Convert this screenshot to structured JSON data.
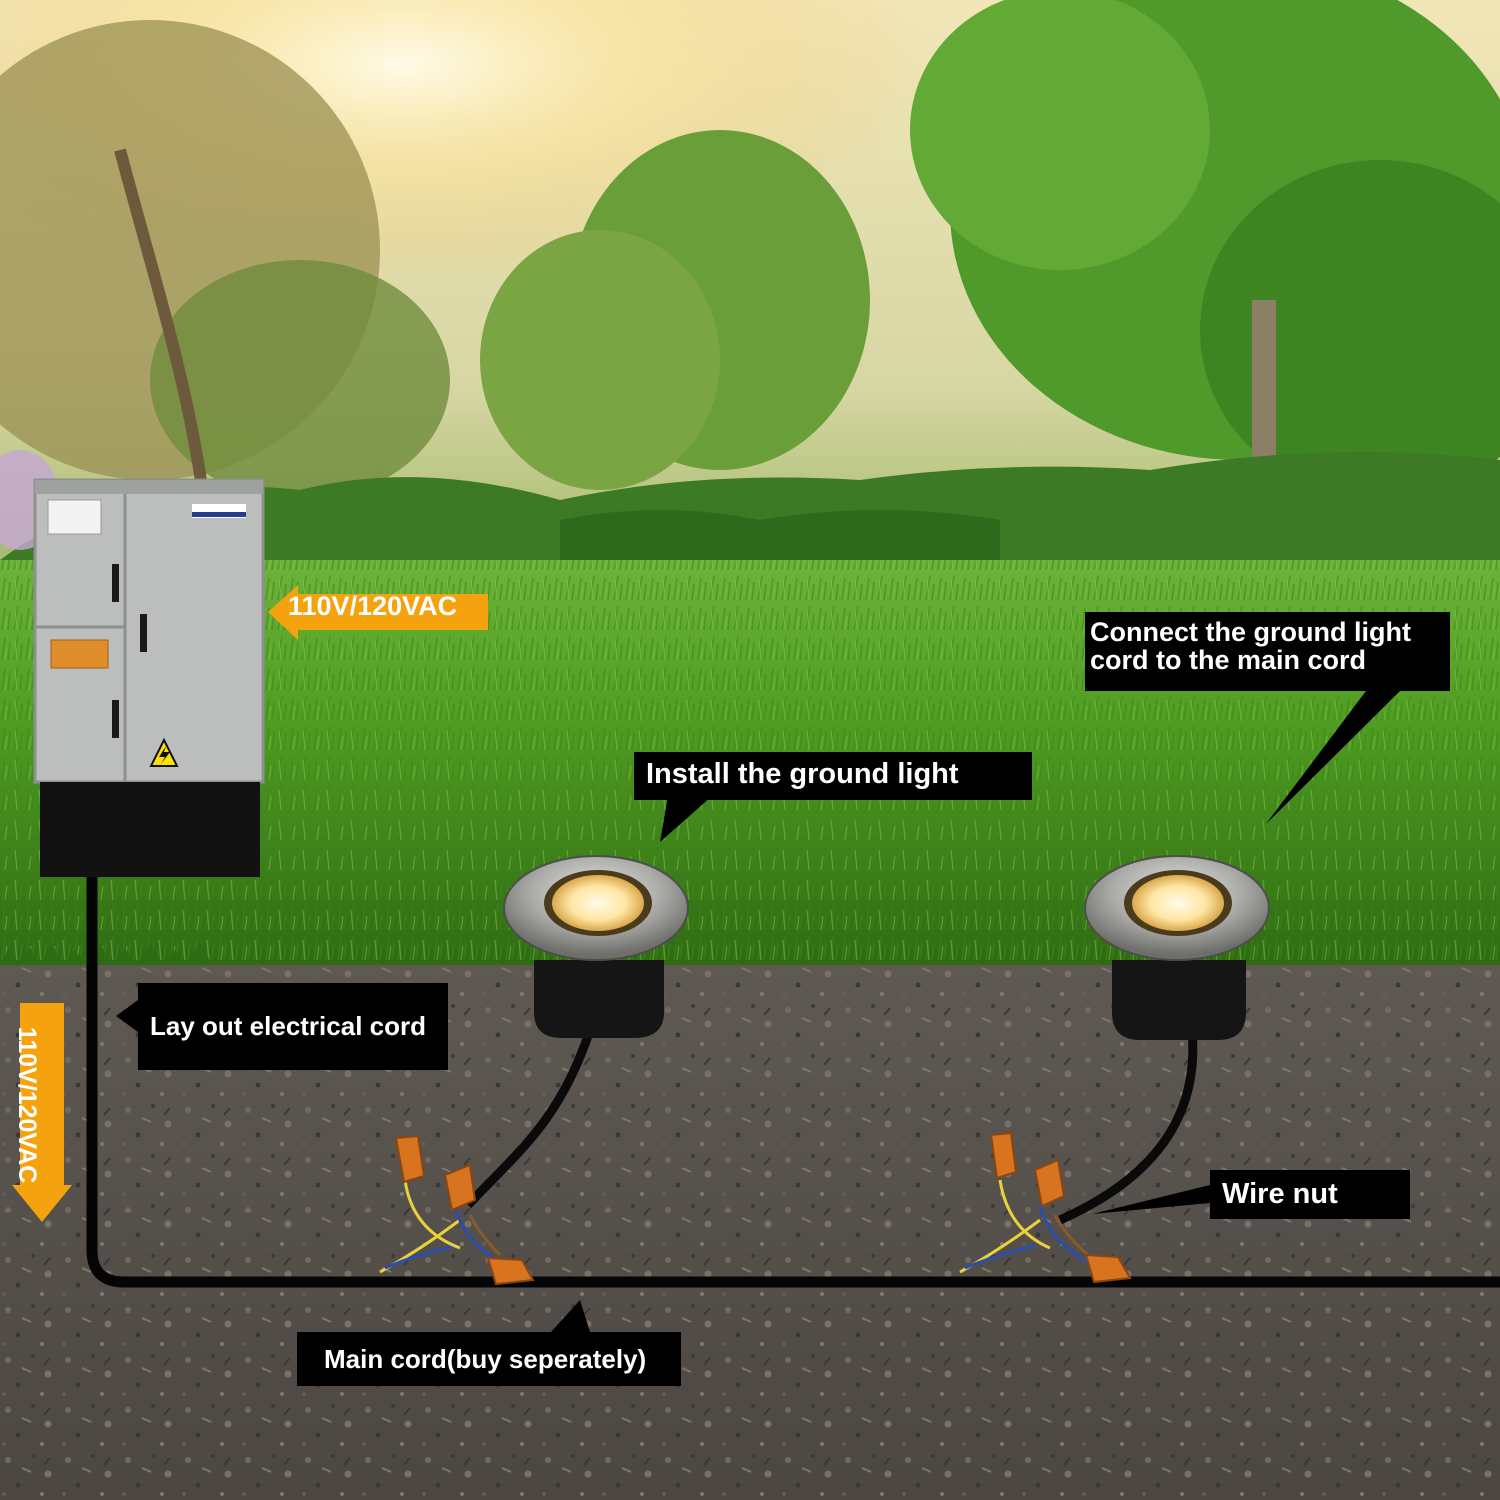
{
  "labels": {
    "voltage_top": "110V/120VAC",
    "voltage_side": "110V/120VAC",
    "install": "Install the ground light",
    "connect_line1": "Connect the ground light",
    "connect_line2": "cord to the main cord",
    "layout": "Lay out electrical cord",
    "wire_nut": "Wire nut",
    "main_cord": "Main cord(buy seperately)"
  },
  "colors": {
    "callout_bg": "#000000",
    "callout_text": "#ffffff",
    "arrow_orange": "#f5a20f",
    "grass": "#4f9a23",
    "soil": "#4b4641",
    "cabinet": "#b4b6b6",
    "wire_nut": "#d8731f",
    "light_glow": "#ffe0a0"
  },
  "icons": [
    "high-voltage-warning-icon",
    "orange-arrow-left",
    "orange-arrow-down",
    "wire-nut-icon"
  ]
}
